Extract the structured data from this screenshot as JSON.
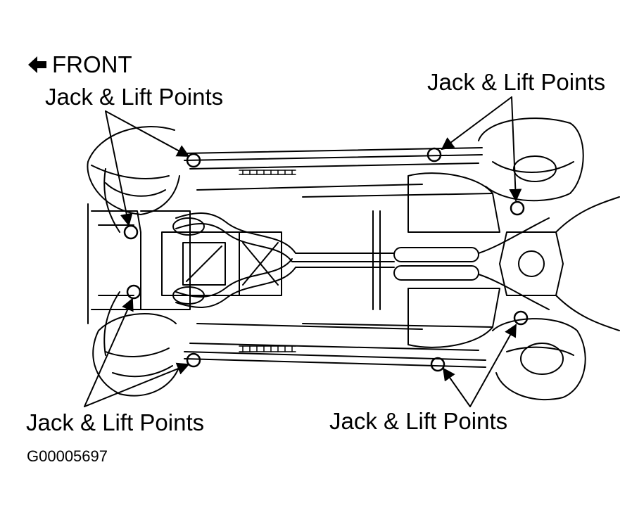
{
  "front_label": "FRONT",
  "jack_points": {
    "front_left_label": "Jack & Lift Points",
    "rear_left_label": "Jack & Lift Points",
    "front_right_label": "Jack & Lift Points",
    "rear_right_label": "Jack & Lift Points"
  },
  "figure_id": "G00005697",
  "icons": {
    "front_arrow": "left-arrow-icon"
  }
}
